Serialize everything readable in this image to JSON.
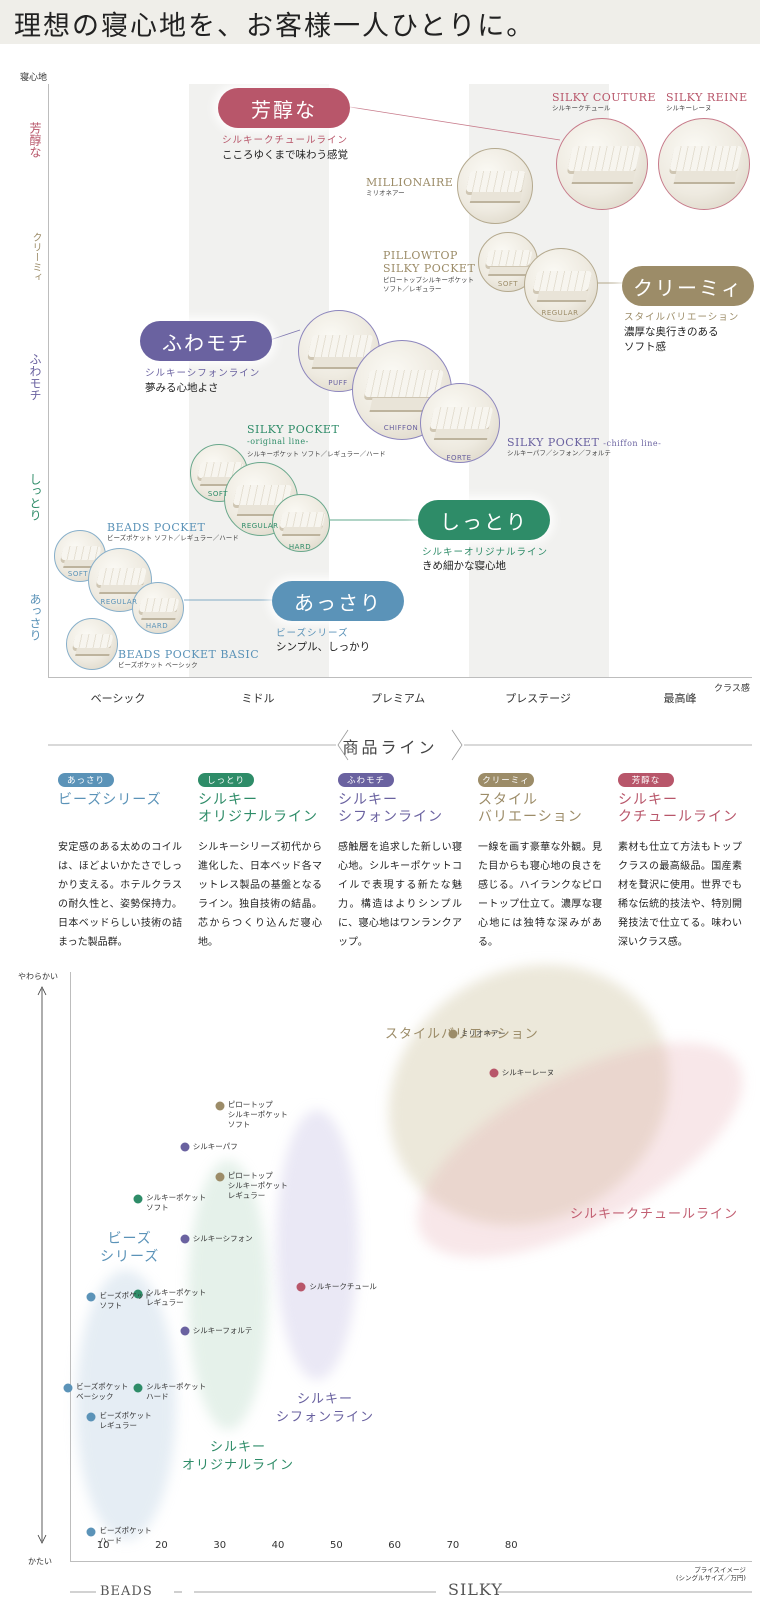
{
  "header": {
    "title": "理想の寝心地を、お客様一人ひとりに。"
  },
  "chart1": {
    "y_axis_title": "寝心地",
    "x_axis_title": "クラス感",
    "y_labels": [
      "芳醇な",
      "クリーミィ",
      "ふわモチ",
      "しっとり",
      "あっさり"
    ],
    "x_labels": [
      "ベーシック",
      "ミドル",
      "プレミアム",
      "プレステージ",
      "最高峰"
    ],
    "pills": {
      "hojun": {
        "label": "芳醇な",
        "sub": "シルキークチュールライン",
        "desc": "こころゆくまで味わう感覚"
      },
      "creamy": {
        "label": "クリーミィ",
        "sub": "スタイルバリエーション",
        "desc": "濃厚な奥行きのある\nソフト感"
      },
      "fuwa": {
        "label": "ふわモチ",
        "sub": "シルキーシフォンライン",
        "desc": "夢みる心地よさ"
      },
      "shittori": {
        "label": "しっとり",
        "sub": "シルキーオリジナルライン",
        "desc": "きめ細かな寝心地"
      },
      "assari": {
        "label": "あっさり",
        "sub": "ビーズシリーズ",
        "desc": "シンプル、しっかり"
      }
    },
    "products": {
      "silky_couture": {
        "name": "SILKY COUTURE",
        "sub": "シルキークチュール"
      },
      "silky_reine": {
        "name": "SILKY REINE",
        "sub": "シルキーレーヌ"
      },
      "millionaire": {
        "name": "MILLIONAIRE",
        "sub": "ミリオネアー"
      },
      "pillowtop": {
        "name1": "PILLOWTOP",
        "name2": "SILKY POCKET",
        "sub1": "ピロートップシルキーポケット",
        "sub2": "ソフト／レギュラー",
        "tag_soft": "SOFT",
        "tag_regular": "REGULAR"
      },
      "chiffon_line": {
        "name": "SILKY POCKET",
        "name_suffix": "-chiffon line-",
        "sub": "シルキーパフ／シフォン／フォルテ",
        "tag_puff": "PUFF",
        "tag_chiffon": "CHIFFON",
        "tag_forte": "FORTE"
      },
      "original_line": {
        "name": "SILKY POCKET",
        "name_suffix": "-original line-",
        "sub": "シルキーポケット ソフト／レギュラー／ハード",
        "tag_soft": "SOFT",
        "tag_regular": "REGULAR",
        "tag_hard": "HARD"
      },
      "beads_pocket": {
        "name": "BEADS POCKET",
        "sub": "ビーズポケット ソフト／レギュラー／ハード",
        "tag_soft": "SOFT",
        "tag_regular": "REGULAR",
        "tag_hard": "HARD"
      },
      "beads_basic": {
        "name": "BEADS POCKET BASIC",
        "sub": "ビーズポケット ベーシック"
      }
    }
  },
  "product_lines": {
    "title": "商品ライン",
    "items": [
      {
        "badge": "あっさり",
        "name": "ビーズシリーズ",
        "color": "#5b93b8",
        "desc": "安定感のある太めのコイルは、ほどよいかたさでしっかり支える。ホテルクラスの耐久性と、姿勢保持力。日本ベッドらしい技術の詰まった製品群。"
      },
      {
        "badge": "しっとり",
        "name": "シルキー\nオリジナルライン",
        "color": "#2e8c68",
        "desc": "シルキーシリーズ初代から進化した、日本ベッド各マットレス製品の基盤となるライン。独自技術の結晶。芯からつくり込んだ寝心地。"
      },
      {
        "badge": "ふわモチ",
        "name": "シルキー\nシフォンライン",
        "color": "#6a62a0",
        "desc": "感触層を追求した新しい寝心地。シルキーポケットコイルで表現する新たな魅力。構造はよりシンプルに、寝心地はワンランクアップ。"
      },
      {
        "badge": "クリーミィ",
        "name": "スタイル\nバリエーション",
        "color": "#9c8c68",
        "desc": "一線を画す豪華な外観。見た目からも寝心地の良さを感じる。ハイランクなピロートップ仕立て。濃厚な寝心地には独特な深みがある。"
      },
      {
        "badge": "芳醇な",
        "name": "シルキー\nクチュールライン",
        "color": "#b8566a",
        "desc": "素材も仕立て方法もトップクラスの最高級品。国産素材を贅沢に使用。世界でも稀な伝統的技法や、特別開発技法で仕立てる。味わい深いクラス感。"
      }
    ]
  },
  "chart2": {
    "y_top": "やわらかい",
    "y_bottom": "かたい",
    "x_title": "プライスイメージ\n(シングルサイズ／万円)",
    "x_ticks": [
      "10",
      "20",
      "30",
      "40",
      "50",
      "60",
      "70",
      "80"
    ],
    "groups": {
      "style": "スタイルバリエーション",
      "couture": "シルキークチュールライン",
      "beads": "ビーズ\nシリーズ",
      "chiffon": "シルキー\nシフォンライン",
      "original": "シルキー\nオリジナルライン"
    },
    "brand_beads": "BEADS",
    "brand_silky": "SILKY",
    "points": [
      {
        "label": "ミリオネアー",
        "price": 70,
        "color": "#9c8c68"
      },
      {
        "label": "シルキーレーヌ",
        "price": 77,
        "color": "#b8566a"
      },
      {
        "label": "ピロートップ\nシルキーポケット\nソフト",
        "price": 30,
        "color": "#9c8c68"
      },
      {
        "label": "ピロートップ\nシルキーポケット\nレギュラー",
        "price": 30,
        "color": "#9c8c68"
      },
      {
        "label": "シルキーパフ",
        "price": 24,
        "color": "#6a62a0"
      },
      {
        "label": "シルキーシフォン",
        "price": 24,
        "color": "#6a62a0"
      },
      {
        "label": "シルキーフォルテ",
        "price": 24,
        "color": "#6a62a0"
      },
      {
        "label": "シルキーポケット\nソフト",
        "price": 16,
        "color": "#2e8c68"
      },
      {
        "label": "シルキーポケット\nレギュラー",
        "price": 16,
        "color": "#2e8c68"
      },
      {
        "label": "シルキーポケット\nハード",
        "price": 16,
        "color": "#2e8c68"
      },
      {
        "label": "シルキークチュール",
        "price": 44,
        "color": "#b8566a"
      },
      {
        "label": "ビーズポケット\nソフト",
        "price": 8,
        "color": "#5b93b8"
      },
      {
        "label": "ビーズポケット\nベーシック",
        "price": 4,
        "color": "#5b93b8"
      },
      {
        "label": "ビーズポケット\nレギュラー",
        "price": 8,
        "color": "#5b93b8"
      },
      {
        "label": "ビーズポケット\nハード",
        "price": 8,
        "color": "#5b93b8"
      }
    ]
  }
}
